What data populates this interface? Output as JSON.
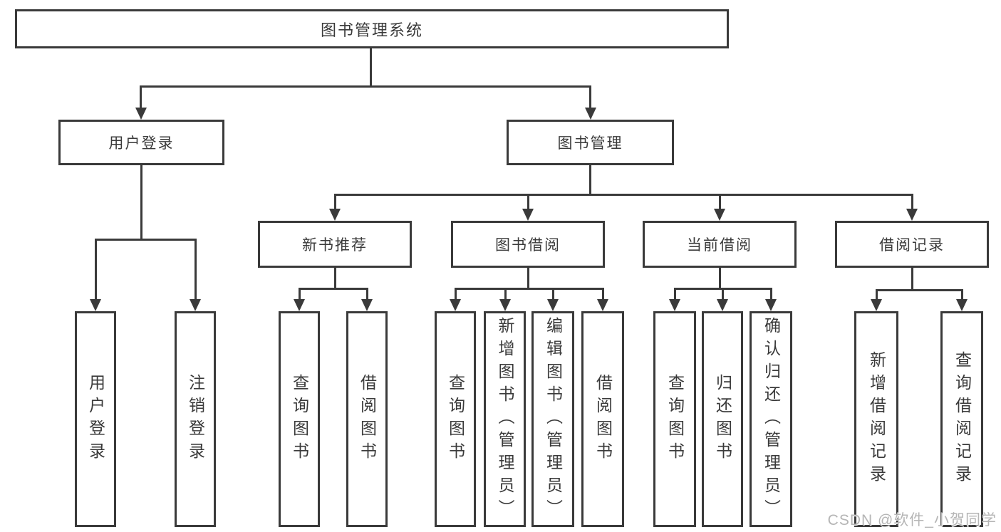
{
  "diagram_title": "图书管理系统",
  "tree": {
    "label": "图书管理系统",
    "children": [
      {
        "label": "用户登录",
        "children": [
          {
            "label": "用户登录"
          },
          {
            "label": "注销登录"
          }
        ]
      },
      {
        "label": "图书管理",
        "children": [
          {
            "label": "新书推荐",
            "children": [
              {
                "label": "查询图书"
              },
              {
                "label": "借阅图书"
              }
            ]
          },
          {
            "label": "图书借阅",
            "children": [
              {
                "label": "查询图书"
              },
              {
                "label": "新增图书（管理员）"
              },
              {
                "label": "编辑图书（管理员）"
              },
              {
                "label": "借阅图书"
              }
            ]
          },
          {
            "label": "当前借阅",
            "children": [
              {
                "label": "查询图书"
              },
              {
                "label": "归还图书"
              },
              {
                "label": "确认归还（管理员）"
              }
            ]
          },
          {
            "label": "借阅记录",
            "children": [
              {
                "label": "新增借阅记录"
              },
              {
                "label": "查询借阅记录"
              }
            ]
          }
        ]
      }
    ]
  },
  "watermark": "CSDN @软件_小贺同学",
  "colors": {
    "line": "#3a3a3a",
    "text": "#3a3a3a",
    "watermark": "#b5b5b5",
    "bg": "#ffffff"
  }
}
